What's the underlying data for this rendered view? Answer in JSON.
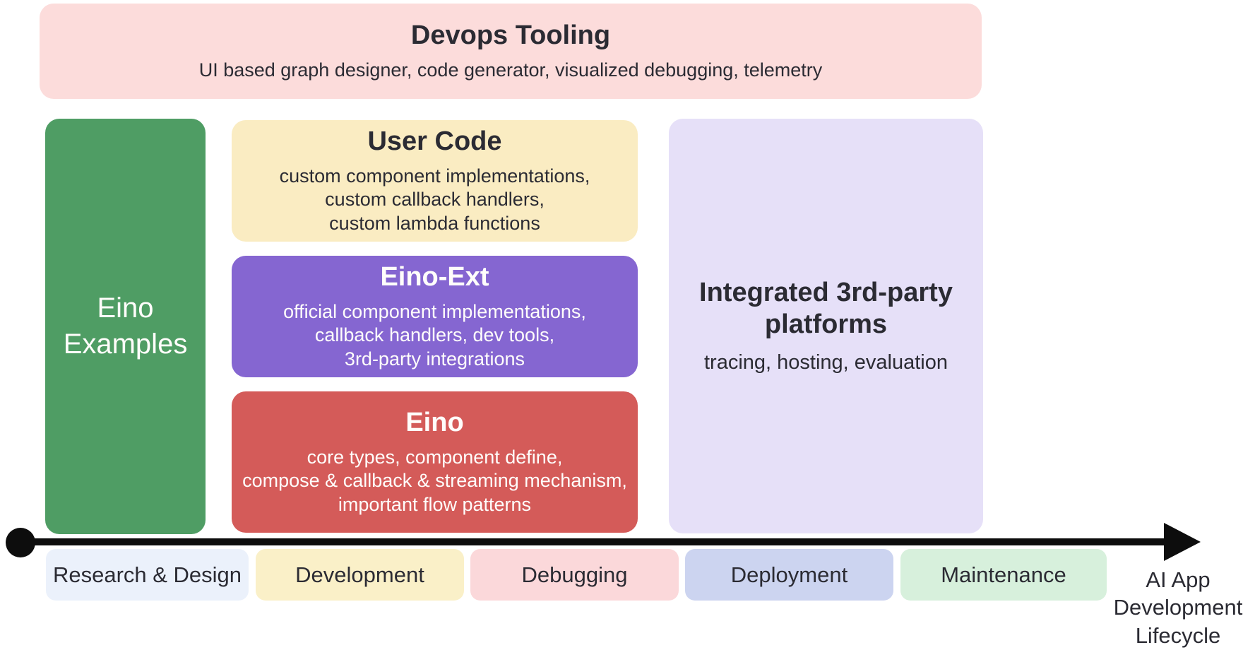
{
  "colors": {
    "devops_bg": "#fcdcdb",
    "examples_bg": "#4f9d64",
    "user_code_bg": "#faecc2",
    "eino_ext_bg": "#8566d1",
    "eino_bg": "#d45b59",
    "platforms_bg": "#e6e0f8",
    "stage_research_bg": "#ebf1fb",
    "stage_development_bg": "#faf0c8",
    "stage_debugging_bg": "#fbd8da",
    "stage_deployment_bg": "#ccd4f0",
    "stage_maintenance_bg": "#d7f0dc",
    "text_dark": "#2b2b33",
    "text_light": "#fffdfb",
    "timeline": "#0d0d0d"
  },
  "boxes": {
    "devops": {
      "title": "Devops Tooling",
      "body": "UI based graph designer, code generator, visualized debugging, telemetry"
    },
    "eino_examples": {
      "title": "Eino\nExamples"
    },
    "user_code": {
      "title": "User Code",
      "body": "custom component implementations,\ncustom callback handlers,\ncustom lambda functions"
    },
    "eino_ext": {
      "title": "Eino-Ext",
      "body": "official component implementations,\ncallback handlers, dev tools,\n3rd-party integrations"
    },
    "eino": {
      "title": "Eino",
      "body": "core types, component define,\ncompose & callback & streaming mechanism,\nimportant flow patterns"
    },
    "platforms": {
      "title": "Integrated 3rd-party\nplatforms",
      "body": "tracing, hosting, evaluation"
    }
  },
  "timeline": {
    "stages": [
      {
        "label": "Research & Design"
      },
      {
        "label": "Development"
      },
      {
        "label": "Debugging"
      },
      {
        "label": "Deployment"
      },
      {
        "label": "Maintenance"
      }
    ],
    "axis_label": "AI App\nDevelopment\nLifecycle"
  }
}
